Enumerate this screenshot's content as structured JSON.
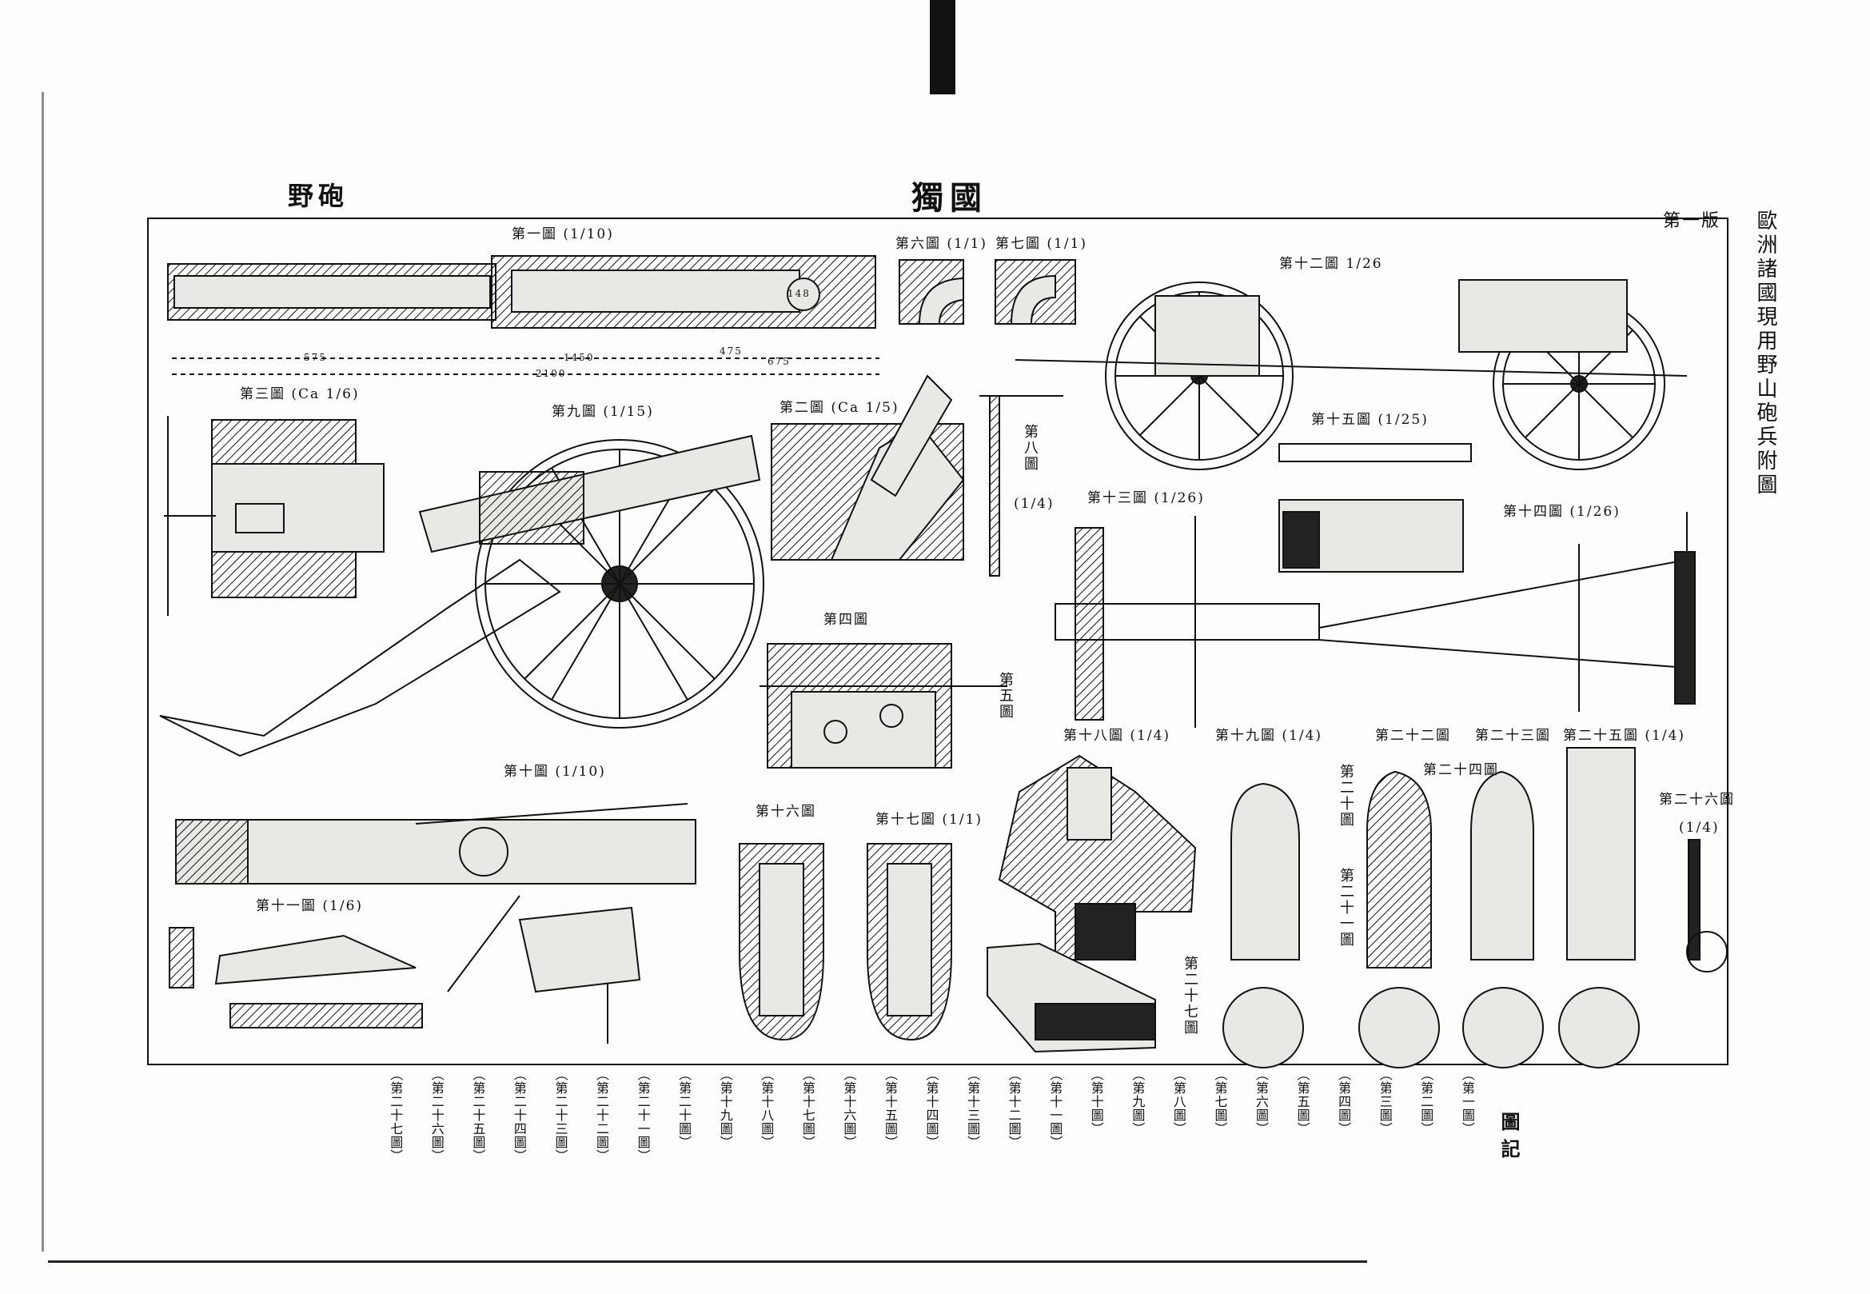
{
  "header": {
    "main_title": "獨國",
    "sub_title": "野砲",
    "plate_label": "第一版",
    "side_title": "歐洲諸國現用野山砲兵附圖"
  },
  "captions": {
    "fig1": "第一圖 (1/10)",
    "fig2": "第二圖 (Ca 1/5)",
    "fig3": "第三圖 (Ca 1/6)",
    "fig4": "第四圖",
    "fig5": "第五圖",
    "fig6": "第六圖 (1/1)",
    "fig7": "第七圖 (1/1)",
    "fig8": "第八圖",
    "fig8_scale": "(1/4)",
    "fig9": "第九圖 (1/15)",
    "fig10": "第十圖 (1/10)",
    "fig11": "第十一圖 (1/6)",
    "fig12": "第十二圖 1/26",
    "fig13": "第十三圖 (1/26)",
    "fig14": "第十四圖 (1/26)",
    "fig15": "第十五圖 (1/25)",
    "fig16": "第十六圖",
    "fig17": "第十七圖 (1/1)",
    "fig18": "第十八圖 (1/4)",
    "fig19": "第十九圖 (1/4)",
    "fig20": "第二十圖",
    "fig21": "第二十一圖",
    "fig22": "第二十二圖",
    "fig23": "第二十三圖",
    "fig24": "第二十四圖",
    "fig25": "第二十五圖 (1/4)",
    "fig26": "第二十六圖",
    "fig26_scale": "(1/4)",
    "fig27": "第二十七圖"
  },
  "dimensions": {
    "d1": "575",
    "d2": "475",
    "d3": "675",
    "d4": "2100",
    "d5": "1450",
    "d6": "148"
  },
  "legend": {
    "heading": "圖記",
    "items": [
      "（第一圖）",
      "（第二圖）",
      "（第三圖）",
      "（第四圖）",
      "（第五圖）",
      "（第六圖）",
      "（第七圖）",
      "（第八圖）",
      "（第九圖）",
      "（第十圖）",
      "（第十一圖）",
      "（第十二圖）",
      "（第十三圖）",
      "（第十四圖）",
      "（第十五圖）",
      "（第十六圖）",
      "（第十七圖）",
      "（第十八圖）",
      "（第十九圖）",
      "（第二十圖）",
      "（第二十一圖）",
      "（第二十二圖）",
      "（第二十三圖）",
      "（第二十四圖）",
      "（第二十五圖）",
      "（第二十六圖）",
      "（第二十七圖）"
    ]
  }
}
